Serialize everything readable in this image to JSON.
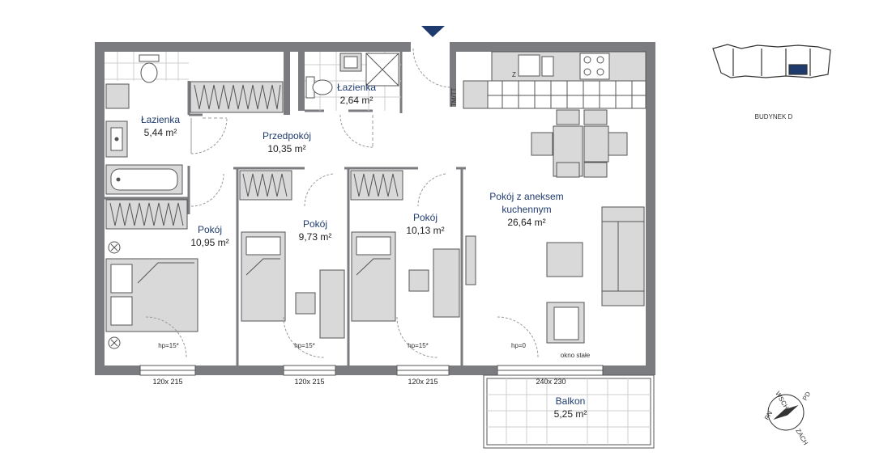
{
  "rooms": [
    {
      "id": "lazienka1",
      "name": "Łazienka",
      "area": "5,44 m²"
    },
    {
      "id": "lazienka2",
      "name": "Łazienka",
      "area": "2,64 m²"
    },
    {
      "id": "przedpokoj",
      "name": "Przedpokój",
      "area": "10,35 m²"
    },
    {
      "id": "pokoj1",
      "name": "Pokój",
      "area": "10,95 m²"
    },
    {
      "id": "pokoj2",
      "name": "Pokój",
      "area": "9,73 m²"
    },
    {
      "id": "pokoj3",
      "name": "Pokój",
      "area": "10,13 m²"
    },
    {
      "id": "salon",
      "name_line1": "Pokój z aneksem",
      "name_line2": "kuchennym",
      "area": "26,64 m²"
    },
    {
      "id": "balkon",
      "name": "Balkon",
      "area": "5,25 m²"
    }
  ],
  "windows": {
    "w1": {
      "size": "120x 215",
      "sill": "hp=15*"
    },
    "w2": {
      "size": "120x 215",
      "sill": "hp=15*"
    },
    "w3": {
      "size": "120x 215",
      "sill": "hp=15*"
    },
    "w4": {
      "size": "240x 230",
      "sill": "hp=0",
      "note": "okno stałe"
    }
  },
  "labels": {
    "tm_tt": "TM/TT",
    "fridge": "Z",
    "building": "BUDYNEK D"
  },
  "compass": {
    "n": "PN",
    "e": "WSCH",
    "s": "PD",
    "w": "ZACH"
  },
  "colors": {
    "wall": "#7a7c80",
    "accent": "#1f3b6e",
    "furniture": "#d9d9d9",
    "outline": "#555555"
  }
}
